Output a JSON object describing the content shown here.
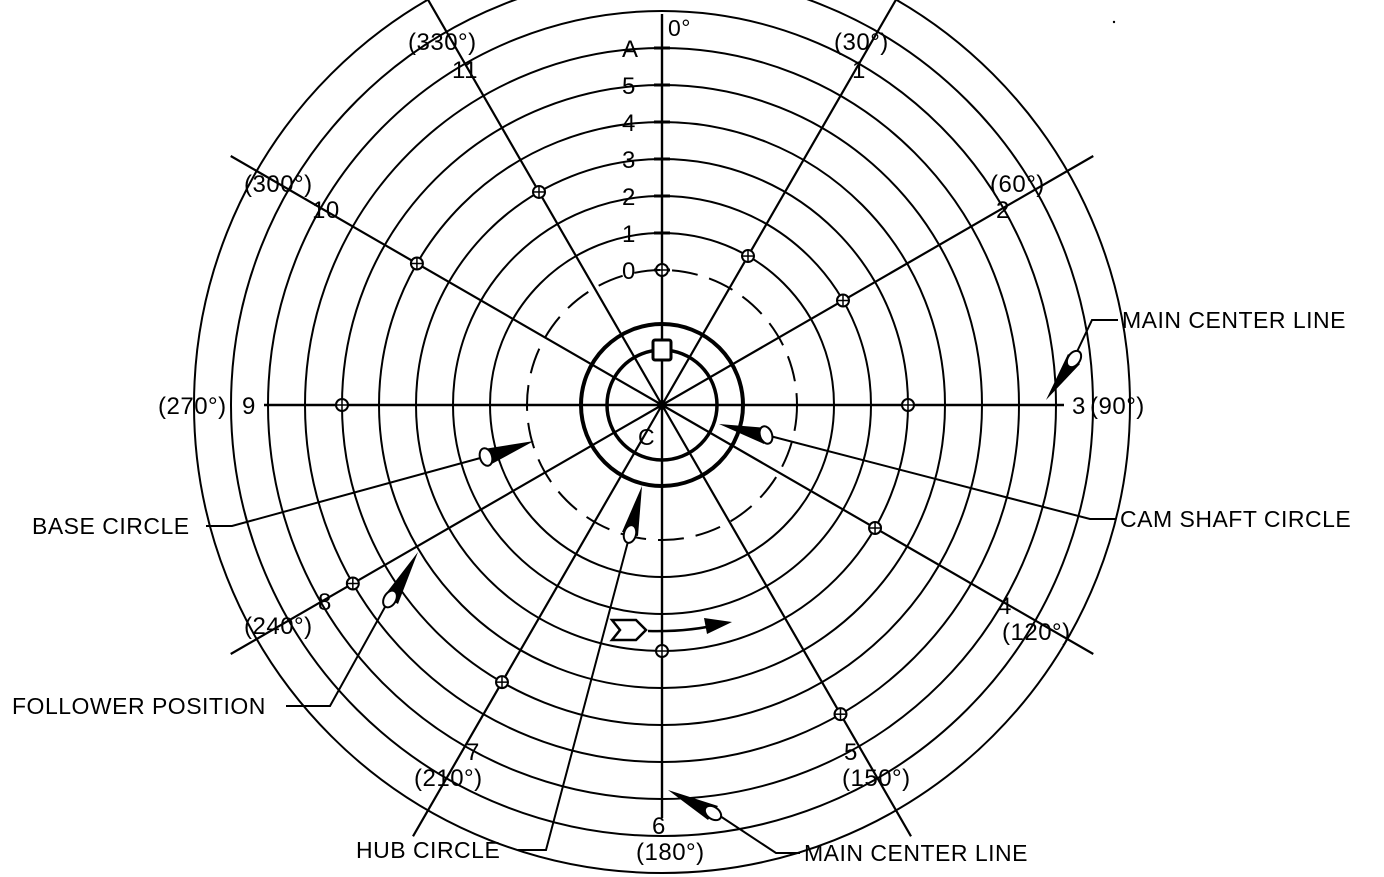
{
  "line_color": "#000000",
  "background": "#ffffff",
  "scale": {
    "zero_deg_label": "0°",
    "ticks": [
      "A",
      "5",
      "4",
      "3",
      "2",
      "1",
      "0"
    ]
  },
  "radials": [
    {
      "num": "1",
      "deg": "(30°)"
    },
    {
      "num": "2",
      "deg": "(60°)"
    },
    {
      "num": "3",
      "deg": "(90°)"
    },
    {
      "num": "4",
      "deg": "(120°)"
    },
    {
      "num": "5",
      "deg": "(150°)"
    },
    {
      "num": "6",
      "deg": "(180°)"
    },
    {
      "num": "7",
      "deg": "(210°)"
    },
    {
      "num": "8",
      "deg": "(240°)"
    },
    {
      "num": "9",
      "deg": "(270°)"
    },
    {
      "num": "10",
      "deg": "(300°)"
    },
    {
      "num": "11",
      "deg": "(330°)"
    }
  ],
  "center_label": "C",
  "callouts": {
    "main_center_line_top": "MAIN CENTER LINE",
    "main_center_line_bottom": "MAIN CENTER LINE",
    "cam_shaft_circle": "CAM SHAFT CIRCLE",
    "base_circle": "BASE CIRCLE",
    "follower_position": "FOLLOWER POSITION",
    "hub_circle": "HUB CIRCLE"
  },
  "follower_positions": [
    0,
    1,
    2,
    3,
    3,
    6,
    3,
    5,
    6,
    5,
    4,
    3
  ],
  "ring_count": 10
}
